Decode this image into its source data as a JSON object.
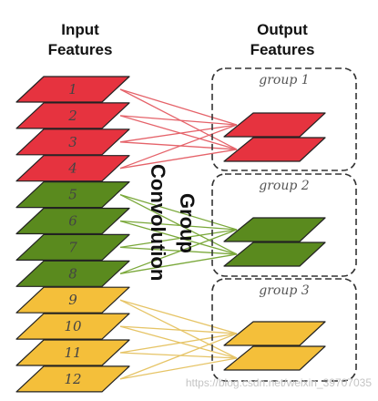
{
  "headers": {
    "input_line1": "Input",
    "input_line2": "Features",
    "output_line1": "Output",
    "output_line2": "Features"
  },
  "side_label": {
    "line1": "Group",
    "line2": "Convolution"
  },
  "colors": {
    "group1": "#e6333f",
    "group2": "#5a8a1e",
    "group3": "#f4bf3a",
    "line_group1": "#e5636a",
    "line_group2": "#7aa83a",
    "line_group3": "#e6c466",
    "outline": "#222222"
  },
  "input_layers": [
    {
      "label": "1",
      "group": 1
    },
    {
      "label": "2",
      "group": 1
    },
    {
      "label": "3",
      "group": 1
    },
    {
      "label": "4",
      "group": 1
    },
    {
      "label": "5",
      "group": 2
    },
    {
      "label": "6",
      "group": 2
    },
    {
      "label": "7",
      "group": 2
    },
    {
      "label": "8",
      "group": 2
    },
    {
      "label": "9",
      "group": 3
    },
    {
      "label": "10",
      "group": 3
    },
    {
      "label": "11",
      "group": 3
    },
    {
      "label": "12",
      "group": 3
    }
  ],
  "groups": [
    {
      "label": "group 1",
      "outputs": 2
    },
    {
      "label": "group 2",
      "outputs": 2
    },
    {
      "label": "group 3",
      "outputs": 2
    }
  ],
  "watermark": "https://blog.csdn.net/weixin_39707035"
}
